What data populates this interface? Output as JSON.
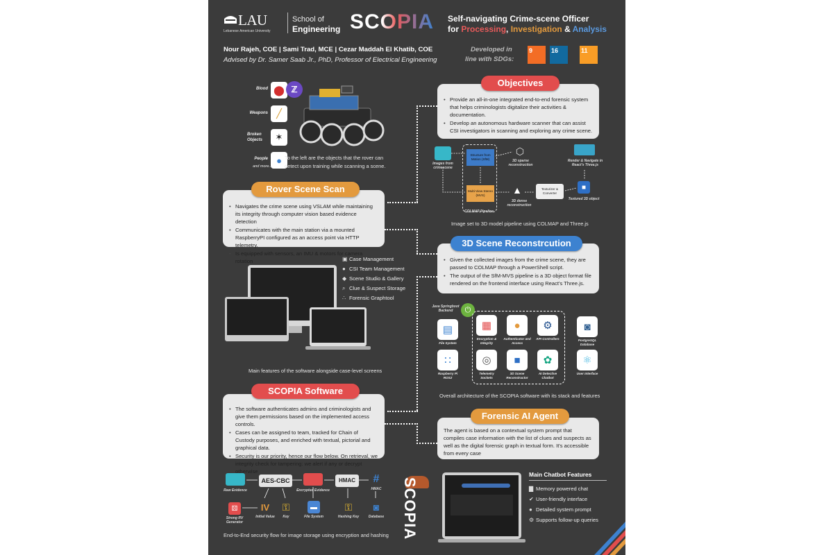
{
  "header": {
    "lau_logo": "LAU",
    "lau_sub": "Lebanese American University",
    "school_of": "School of",
    "engineering": "Engineering",
    "scopia_logo": "SCOPIA",
    "tagline1": "Self-navigating Crime-scene Officer",
    "tagline2_for": "for ",
    "tagline2_processing": "Processing",
    "tagline2_comma": ", ",
    "tagline2_investigation": "Investigation",
    "tagline2_amp": " & ",
    "tagline2_analysis": "Analysis",
    "authors": "Nour Rajeh, COE | Sami Trad, MCE | Cezar Maddah El Khatib, COE",
    "advisor": "Advised by Dr. Samer Saab Jr., PhD, Professor of Electrical Engineering",
    "sdg_label1": "Developed in",
    "sdg_label2": "line with SDGs:",
    "sdg_numbers": [
      "9",
      "16",
      "11"
    ],
    "colors": {
      "accent_blue": "#3d82d0",
      "accent_orange": "#e39a3e",
      "accent_red": "#e24d4d"
    }
  },
  "detect": {
    "items": [
      {
        "label": "Blood",
        "icon": "blood-drop-icon"
      },
      {
        "label": "Weapons",
        "icon": "knife-icon"
      },
      {
        "label": "Broken Objects",
        "icon": "broken-glass-icon"
      },
      {
        "label": "People",
        "icon": "person-icon"
      }
    ],
    "and_more": "and more...",
    "caption1": "To the left are the objects that the rover can",
    "caption2": "detect upon training while scanning a scene."
  },
  "objectives": {
    "title": "Objectives",
    "bullets": [
      "Provide an all-in-one integrated end-to-end forensic system that helps criminologists digitalize their activities & documentation.",
      "Develop an autonomous hardware scanner that can assist CSI investigators in scanning and exploring any crime scene."
    ]
  },
  "pipeline": {
    "images_label": "Images from crimescene",
    "sfm": "Structure from Motion (SfM)",
    "mvs": "Multi-View Stereo (MVS)",
    "colmap": "COLMAP Pipeline",
    "sparse": "3D sparse reconstruction",
    "dense": "3D dense reconstruction",
    "texturizer": "Texturizer & Converter",
    "render": "Render & Navigate in React's Three.js",
    "textured": "Textured 3D object",
    "caption": "Image set to 3D model pipeline using COLMAP and Three.js"
  },
  "rover": {
    "title": "Rover Scene Scan",
    "bullets": [
      "Navigates the crime scene using VSLAM while maintaining its integrity through computer vision based evidence detection",
      "Communicates with the main station via a mounted RaspberryPI configured as an access point via HTTP telemetry.",
      "Is equipped with sensors, an IMU & motors for camera rotation"
    ]
  },
  "recon": {
    "title": "3D Scene Reconstrcution",
    "bullets": [
      "Given the collected images from the crime scene, they are passed to COLMAP through a PowerShell script.",
      "The output of the SfM-MVS pipeline is a 3D object format file rendered on the frontend interface using React's Three.js."
    ]
  },
  "features": {
    "items": [
      "Case Management",
      "CSI Team Management",
      "Scene Studio & Gallery",
      "Clue & Suspect Storage",
      "Forensic Graphtool"
    ],
    "caption": "Main features of the software alongside case-level screens"
  },
  "arch": {
    "backend": "Java Springboot Backend",
    "nodes": [
      "File System",
      "Encryption & Integrity",
      "Authenticator and Access",
      "API Controllers",
      "PostgreSQL Database",
      "Raspberry Pi ROS2",
      "Telemetry Sockets",
      "3D Scene Reconstructor",
      "AI Detective Chatbot",
      "User Interface"
    ],
    "caption": "Overall architecture of the SCOPIA software with its stack and features"
  },
  "software": {
    "title": "SCOPIA Software",
    "bullets": [
      "The software authenticates admins and criminologists and give them permissions based on the implemented access controls.",
      "Cases can be assigned to team, tracked for Chain of Custody purposes, and enriched with textual, pictorial and graphical data.",
      "Security is our priority, hence our flow below. On retrieval, we integrity check for tampering: we alert if any or decrypt otherwise"
    ]
  },
  "agent": {
    "title": "Forensic AI Agent",
    "text": "The agent is based on a contextual system prompt that compiles case information with the list of clues and suspects as well as the digital forensic graph in textual form. It's accessible from every case"
  },
  "security": {
    "raw": "Raw Evidence",
    "aes": "AES-CBC",
    "encrypted": "Encrypted Evidence",
    "hmac_box": "HMAC",
    "hmac": "HMAC",
    "rng": "Strong RV Generator",
    "iv": "Initial Value",
    "key": "Key",
    "fs": "File System",
    "hkey": "Hashing Key",
    "db": "Database",
    "caption": "End-to-End security flow for image storage using encryption and hashing"
  },
  "chatbot": {
    "title": "Main Chatbot Features",
    "items": [
      "Memory powered chat",
      "User-friendly interface",
      "Detailed system prompt",
      "Supports follow-up queries"
    ]
  },
  "mascot": {
    "text": "SCOPIA"
  }
}
